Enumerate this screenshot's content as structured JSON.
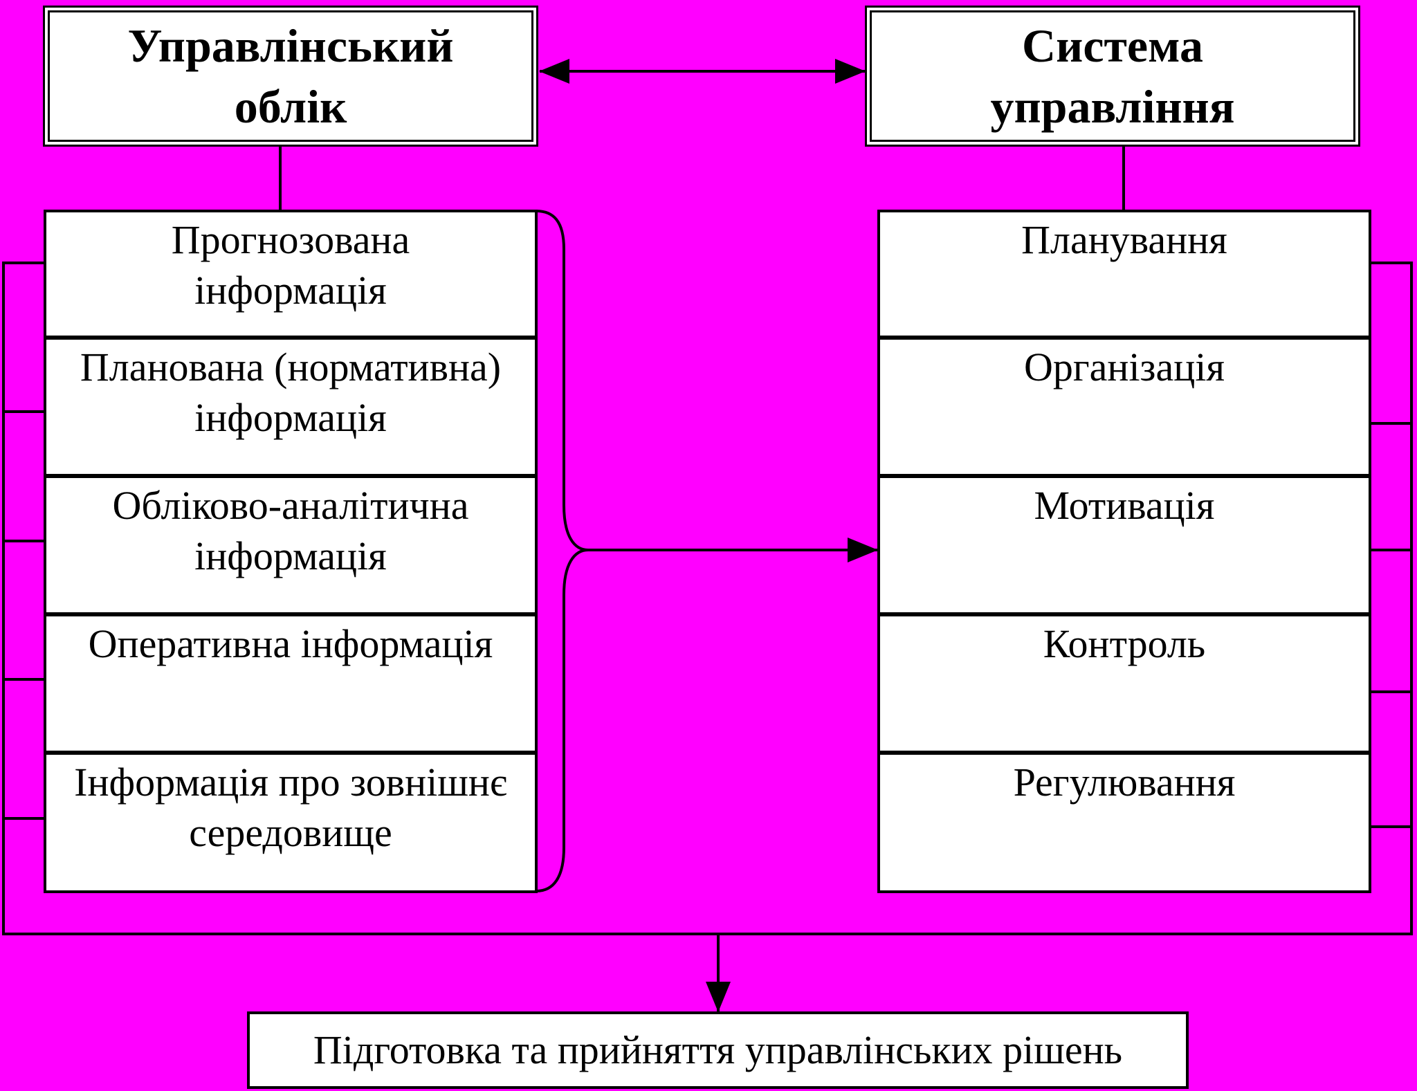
{
  "diagram": {
    "nodes": {
      "left_title": "Управлінський облік",
      "right_title": "Система управління",
      "result": "Підготовка та прийняття управлінських рішень"
    },
    "left_list": [
      "Прогнозована інформація",
      "Планована (нормативна) інформація",
      "Обліково-аналітична інформація",
      "Оперативна інформація",
      "Інформація про зовнішнє середовище"
    ],
    "right_list": [
      "Планування",
      "Організація",
      "Мотивація",
      "Контроль",
      "Регулювання"
    ],
    "edges": [
      {
        "from": "left_title",
        "to": "right_title",
        "style": "double-arrow"
      },
      {
        "from": "left_list",
        "to": "right_list",
        "style": "brace-arrow"
      },
      {
        "from": "left_list",
        "to": "result",
        "style": "bus-arrow"
      },
      {
        "from": "right_list",
        "to": "result",
        "style": "bus-arrow"
      }
    ],
    "colors": {
      "background": "#ff00ff",
      "box": "#ffffff",
      "line": "#000000"
    }
  }
}
